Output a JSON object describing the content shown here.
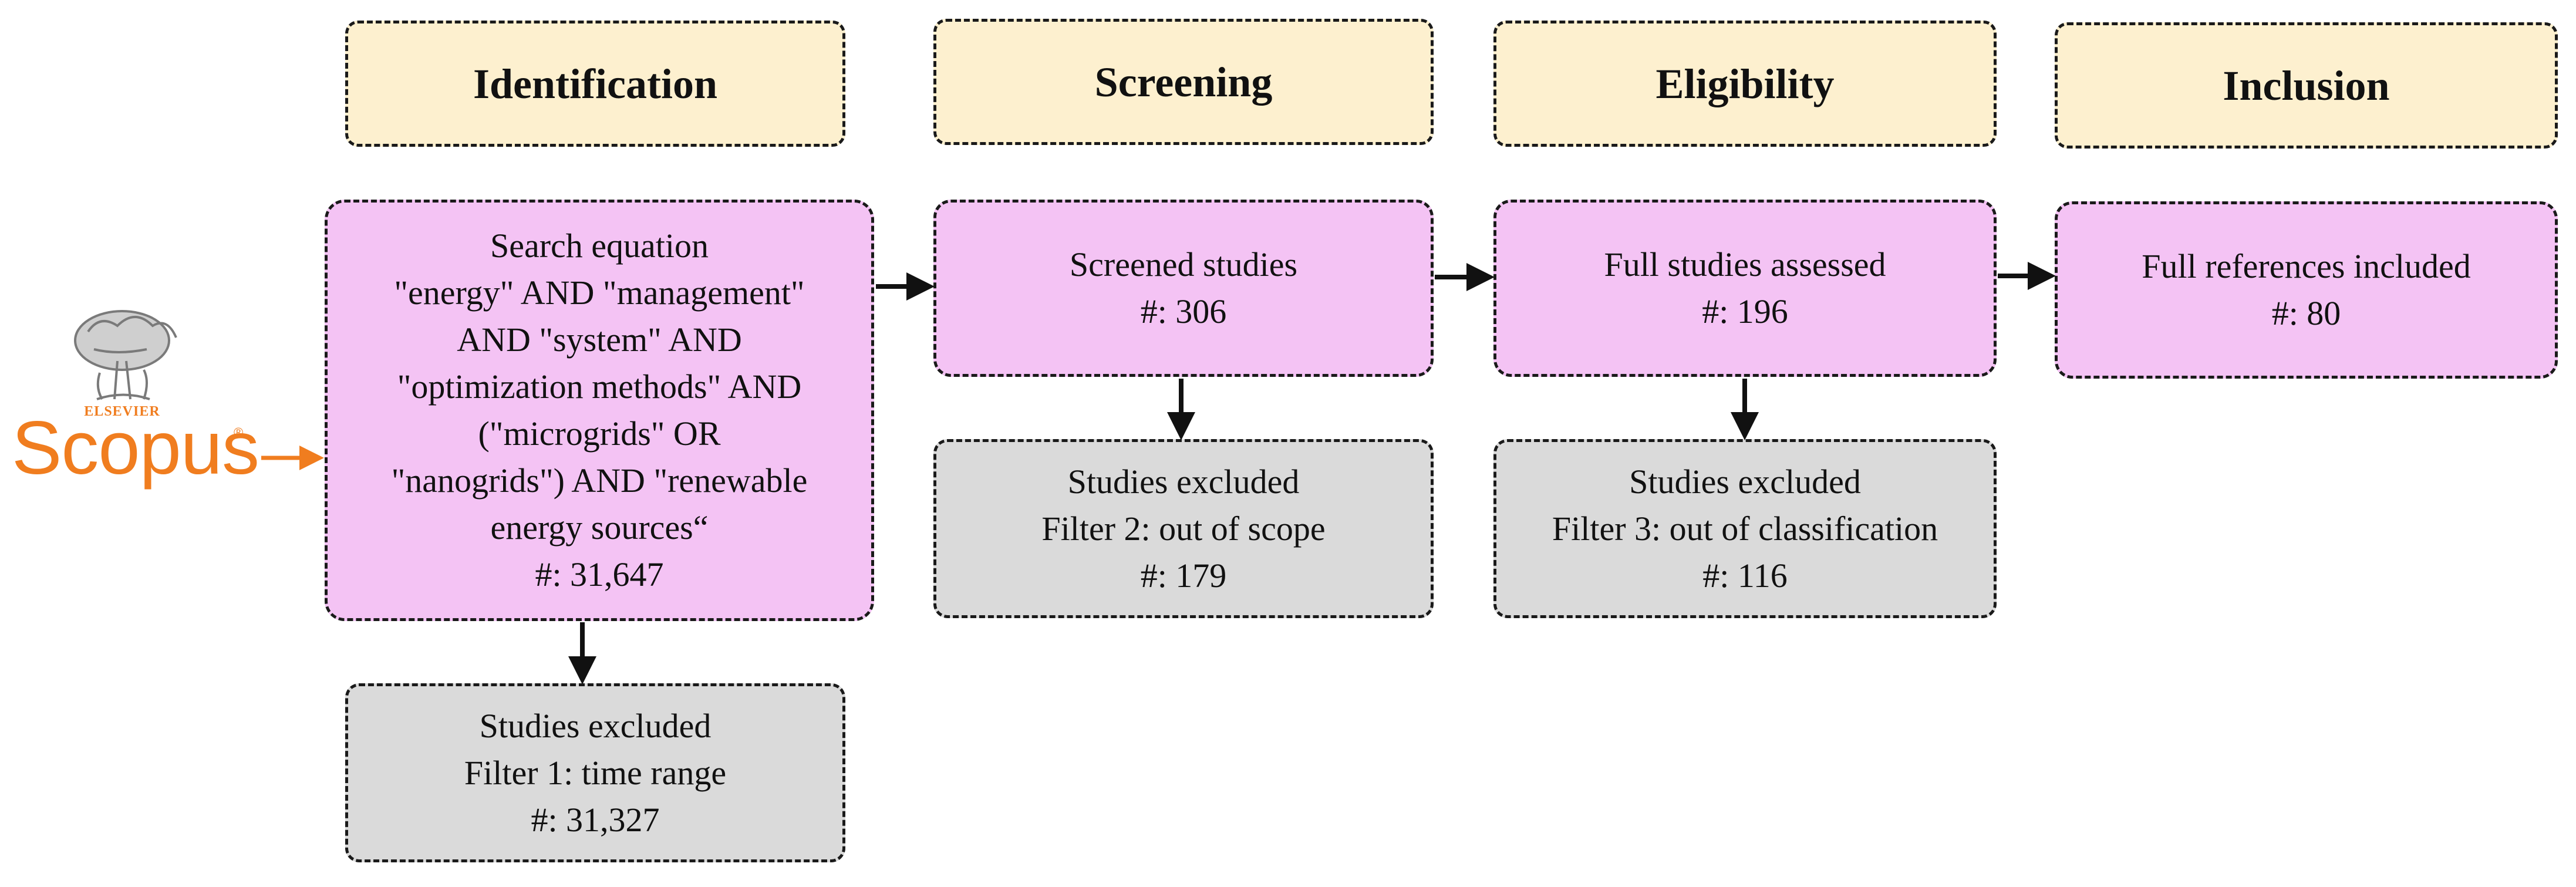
{
  "stages": {
    "identification": "Identification",
    "screening": "Screening",
    "eligibility": "Eligibility",
    "inclusion": "Inclusion"
  },
  "identification_box": {
    "lines": [
      "Search equation",
      "\"energy\" AND \"management\"",
      "AND \"system\" AND",
      "\"optimization methods\" AND",
      "(\"microgrids\" OR",
      "\"nanogrids\") AND \"renewable",
      "energy sources“",
      "#: 31,647"
    ]
  },
  "screening_box": {
    "lines": [
      "Screened studies",
      "#: 306"
    ]
  },
  "eligibility_box": {
    "lines": [
      "Full studies assessed",
      "#: 196"
    ]
  },
  "inclusion_box": {
    "lines": [
      "Full references included",
      "#: 80"
    ]
  },
  "excluded_1": {
    "lines": [
      "Studies excluded",
      "Filter 1: time range",
      "#: 31,327"
    ]
  },
  "excluded_2": {
    "lines": [
      "Studies excluded",
      "Filter 2: out of scope",
      "#: 179"
    ]
  },
  "excluded_3": {
    "lines": [
      "Studies excluded",
      "Filter 3: out of classification",
      "#: 116"
    ]
  },
  "logo": {
    "publisher": "ELSEVIER",
    "database": "Scopus",
    "mark": "®",
    "color": "#f07d1f"
  },
  "colors": {
    "stage_fill": "#fdf0cf",
    "main_fill": "#f4c3f4",
    "excluded_fill": "#dadada",
    "border": "#1a1a1a"
  }
}
